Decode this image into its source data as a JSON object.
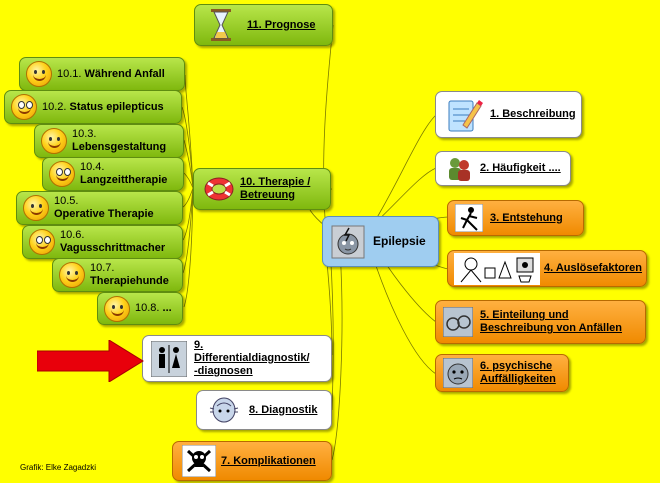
{
  "center": {
    "label": "Epilepsie"
  },
  "right_nodes": [
    {
      "label": "1. Beschreibung",
      "icon": "notepad-pencil-icon"
    },
    {
      "label": "2. Häufigkeit ....",
      "icon": "people-group-icon"
    },
    {
      "label": "3. Entstehung",
      "icon": "falling-person-icon"
    },
    {
      "label": "4. Auslösefaktoren",
      "icon": "triggers-illustration-icon"
    },
    {
      "label": "5. Einteilung und",
      "label2": "Beschreibung von Anfällen",
      "icon": "face-profiles-icon"
    },
    {
      "label": "6. psychische",
      "label2": "Auffälligkeiten",
      "icon": "face-icon"
    }
  ],
  "left_nodes": [
    {
      "label": "11. Prognose",
      "icon": "hourglass-icon"
    },
    {
      "label": "10. Therapie /",
      "label2": "Betreuung",
      "icon": "lifebuoy-icon"
    },
    {
      "label": "9.",
      "label2": "Differentialdiagnostik/",
      "label3": "-diagnosen",
      "icon": "restroom-sign-icon"
    },
    {
      "label": "8. Diagnostik",
      "icon": "head-brain-icon"
    },
    {
      "label": "7. Komplikationen",
      "icon": "skull-crossbones-icon"
    }
  ],
  "therapy_subnodes": [
    {
      "num": "10.1.",
      "text": "Während Anfall"
    },
    {
      "num": "10.2.",
      "text": "Status epilepticus"
    },
    {
      "num": "10.3.",
      "text": "Lebensgestaltung"
    },
    {
      "num": "10.4.",
      "text": "Langzeittherapie"
    },
    {
      "num": "10.5.",
      "text": "Operative Therapie"
    },
    {
      "num": "10.6.",
      "text": "Vagusschrittmacher"
    },
    {
      "num": "10.7.",
      "text": "Therapiehunde"
    },
    {
      "num": "10.8.",
      "text": "..."
    }
  ],
  "credit": "Grafik: Elke Zagadzki",
  "colors": {
    "background": "#ffff00",
    "green": "#8cc51a",
    "orange": "#f5960a",
    "center": "#9fcdf0",
    "arrow": "#e8000b"
  }
}
